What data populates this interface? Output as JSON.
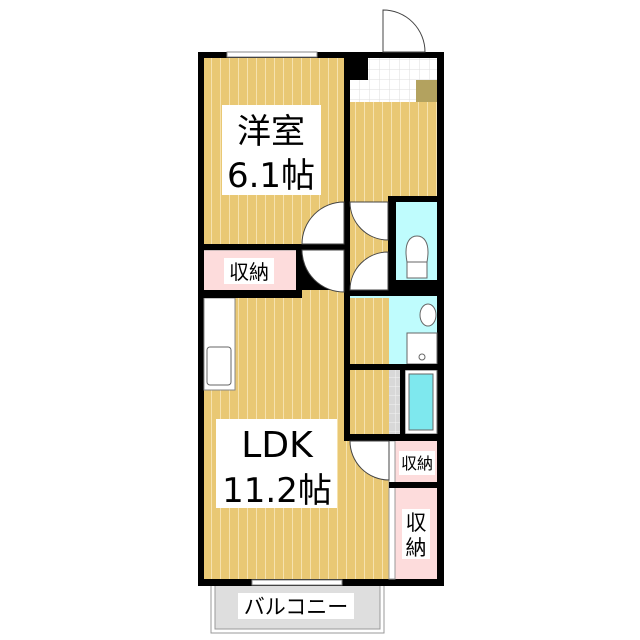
{
  "rooms": {
    "western_room": {
      "name": "洋室",
      "size": "6.1帖"
    },
    "ldk": {
      "name": "LDK",
      "size": "11.2帖"
    },
    "closet_bedroom": {
      "label": "収納"
    },
    "closet_small": {
      "label": "収納"
    },
    "closet_large": {
      "label_line1": "収",
      "label_line2": "納"
    },
    "balcony": {
      "label": "バルコニー"
    }
  },
  "colors": {
    "wood": "#E9C874",
    "wood_stripe": "#F6E2AE",
    "water_area": "#BFFCFD",
    "closet": "#FDDCDC",
    "tile": "#F4F4F4",
    "bath_tile": "#D8D8D8",
    "shoe_box": "#B3A25F",
    "balcony": "#DEDEDE",
    "wall": "#000000"
  }
}
